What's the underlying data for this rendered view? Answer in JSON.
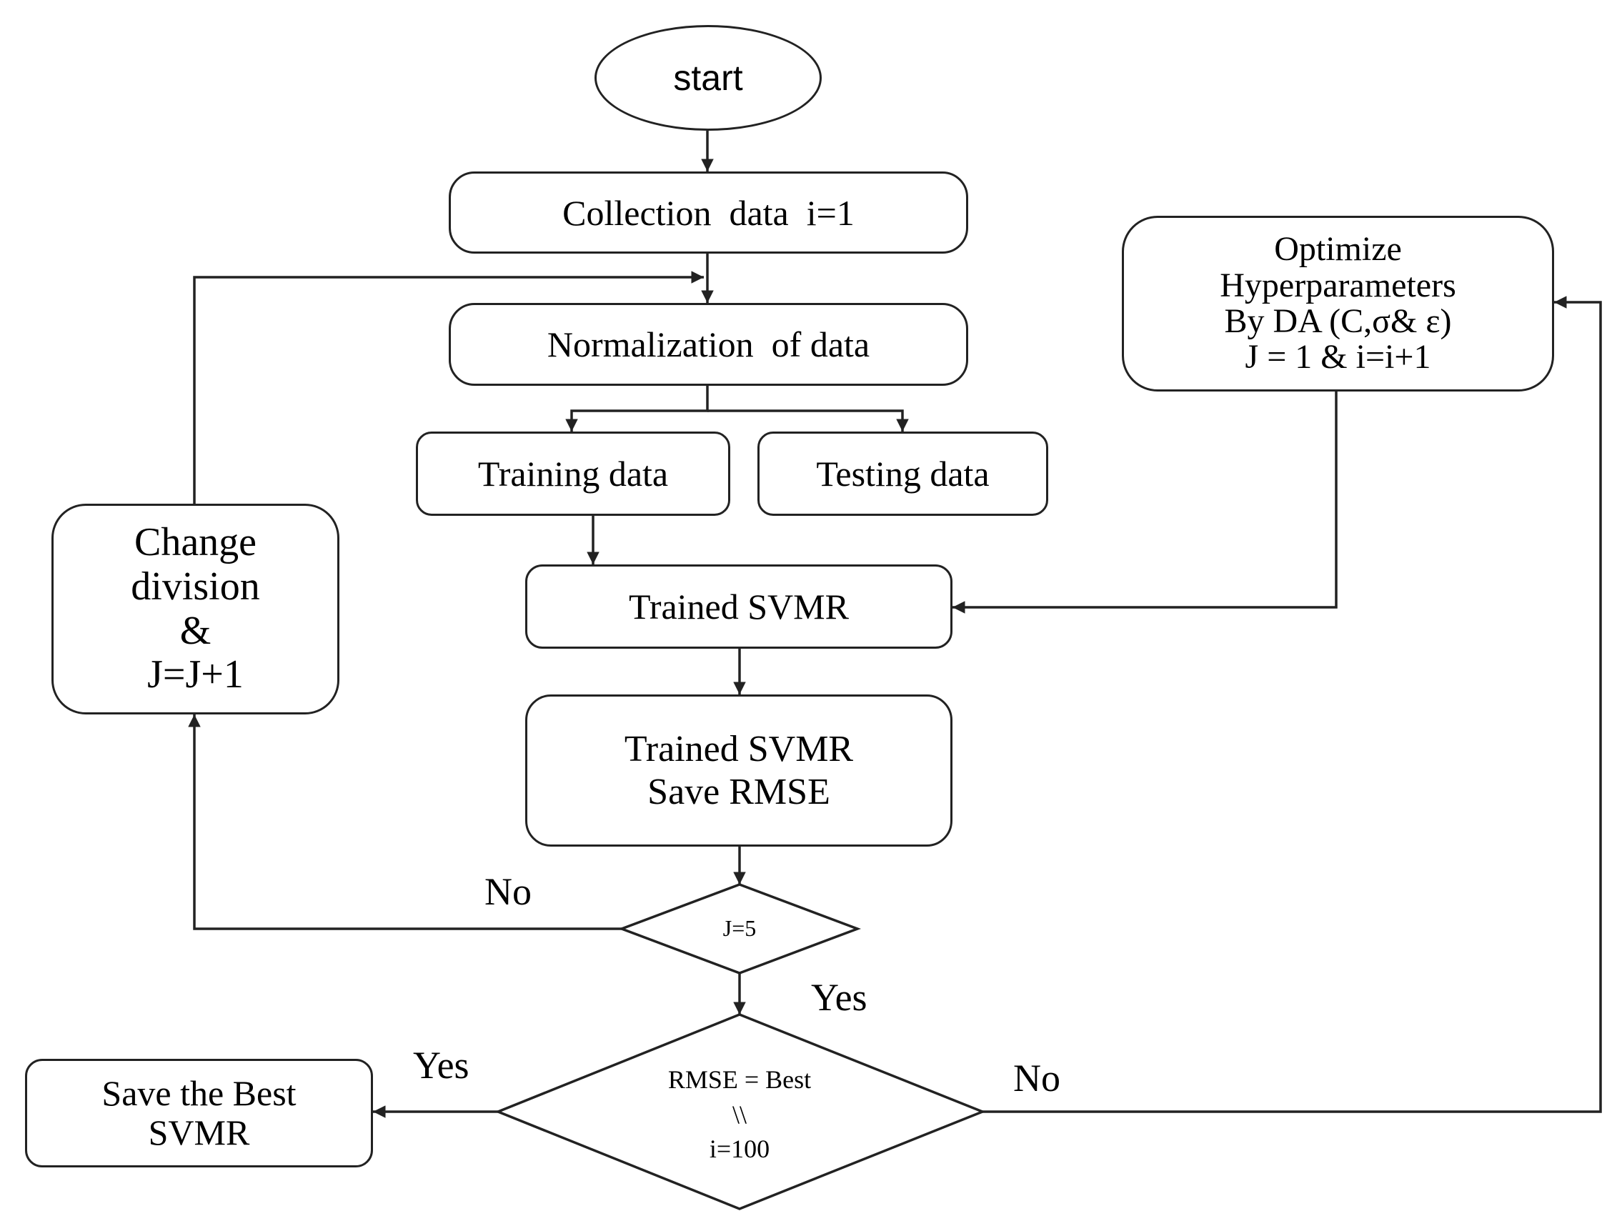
{
  "nodes": {
    "start": "start",
    "collection": "Collection  data  i=1",
    "normalization": "Normalization  of data",
    "training": "Training data",
    "testing": "Testing data",
    "trained_svmr": "Trained SVMR",
    "trained_save": [
      "Trained SVMR",
      "Save RMSE"
    ],
    "change_division": [
      "Change",
      "division",
      "&",
      "J=J+1"
    ],
    "optimize": [
      "Optimize",
      "Hyperparameters",
      "By DA (C,σ& ε)",
      "J = 1 & i=i+1"
    ],
    "decision_j": "J=5",
    "decision_rmse": [
      "RMSE = Best",
      "\\\\",
      "i=100"
    ],
    "save_best": [
      "Save the Best",
      "SVMR"
    ]
  },
  "edge_labels": {
    "no_j": "No",
    "yes_j": "Yes",
    "yes_rmse": "Yes",
    "no_rmse": "No"
  }
}
